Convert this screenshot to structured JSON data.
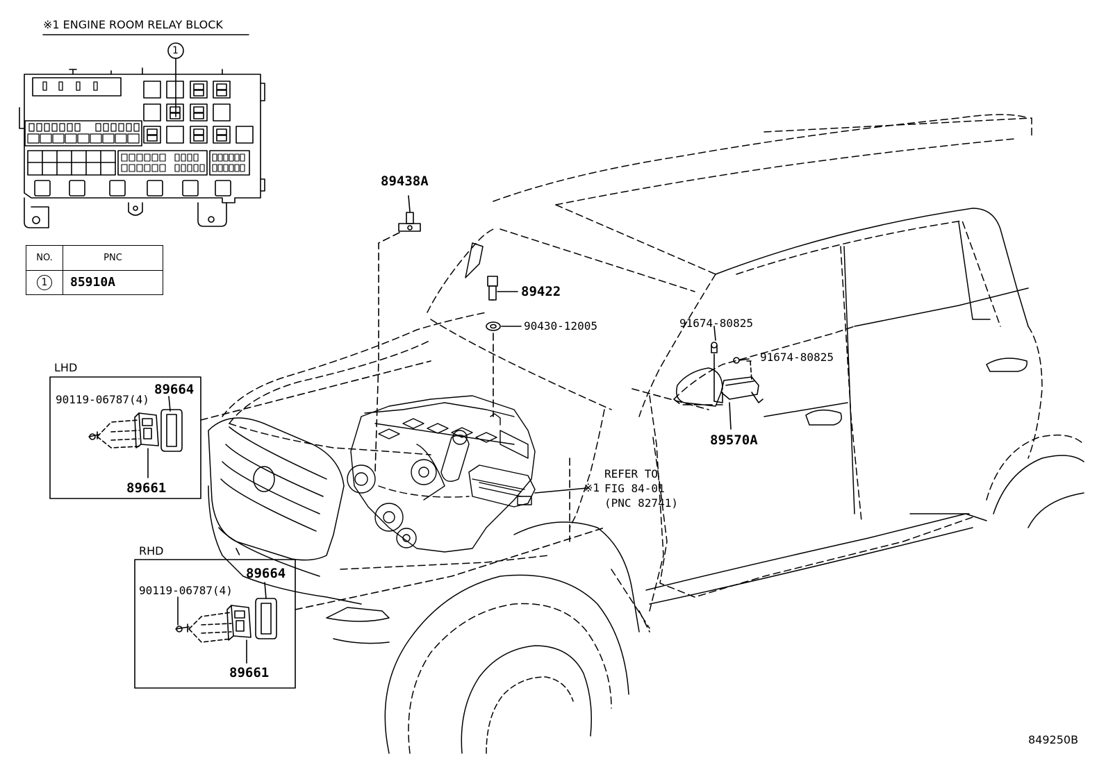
{
  "relay_block": {
    "heading": "※1 ENGINE ROOM RELAY BLOCK",
    "callout": "1"
  },
  "pnc_table": {
    "headers": [
      "NO.",
      "PNC"
    ],
    "rows": [
      {
        "no": "1",
        "pnc": "85910A"
      }
    ]
  },
  "lhd": {
    "title": "LHD",
    "screw": "90119-06787(4)",
    "cover": "89664",
    "unit": "89661"
  },
  "rhd": {
    "title": "RHD",
    "screw": "90119-06787(4)",
    "cover": "89664",
    "unit": "89661"
  },
  "parts": {
    "p89438a": "89438A",
    "p89422": "89422",
    "p90430": "90430-12005",
    "p91674_a": "91674-80825",
    "p91674_b": "91674-80825",
    "p89570a": "89570A"
  },
  "refer": {
    "mark": "※1",
    "line1": "REFER TO",
    "line2": "FIG 84-01",
    "line3": "(PNC 82741)"
  },
  "figure_id": "849250B"
}
